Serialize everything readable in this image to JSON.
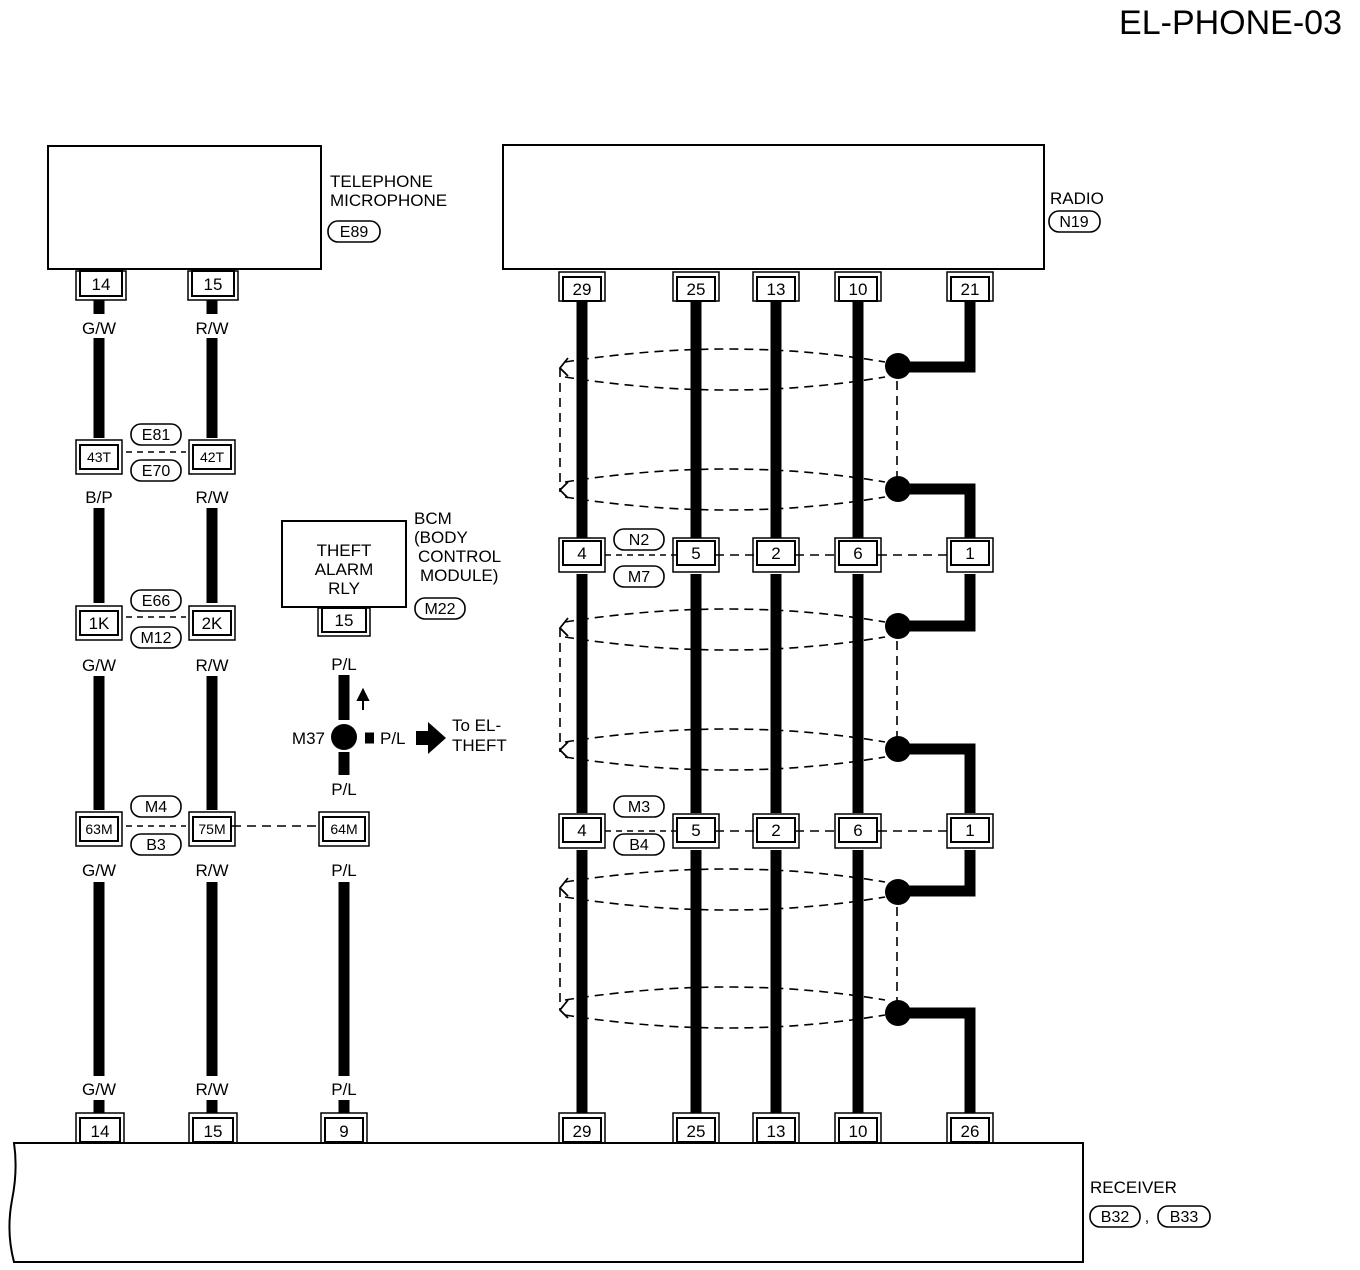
{
  "page": {
    "code": "EL-PHONE-03"
  },
  "components": {
    "telephone_microphone": {
      "name_line1": "TELEPHONE",
      "name_line2": "MICROPHONE",
      "connector": "E89",
      "pins": [
        "14",
        "15"
      ]
    },
    "radio": {
      "name": "RADIO",
      "connector": "N19",
      "pins": [
        "29",
        "25",
        "13",
        "10",
        "21"
      ]
    },
    "bcm": {
      "box_line1": "THEFT",
      "box_line2": "ALARM",
      "box_line3": "RLY",
      "name_line1": "BCM",
      "name_line2": "(BODY",
      "name_line3": "CONTROL",
      "name_line4": "MODULE)",
      "connector": "M22",
      "pin": "15"
    },
    "receiver": {
      "name": "RECEIVER",
      "connector_1": "B32",
      "connector_sep": ",",
      "connector_2": "B33",
      "pins": [
        "14",
        "15",
        "9",
        "29",
        "25",
        "13",
        "10",
        "26"
      ]
    }
  },
  "joints": {
    "e81_e70": {
      "top": "E81",
      "bottom": "E70",
      "pins": [
        "43T",
        "42T"
      ]
    },
    "e66_m12": {
      "top": "E66",
      "bottom": "M12",
      "pins": [
        "1K",
        "2K"
      ]
    },
    "m4_b3": {
      "top": "M4",
      "bottom": "B3",
      "pins": [
        "63M",
        "75M",
        "64M"
      ]
    },
    "n2_m7": {
      "top": "N2",
      "bottom": "M7",
      "pins": [
        "4",
        "5",
        "2",
        "6",
        "1"
      ]
    },
    "m3_b4": {
      "top": "M3",
      "bottom": "B4",
      "pins": [
        "4",
        "5",
        "2",
        "6",
        "1"
      ]
    }
  },
  "wire_colors": {
    "gw": "G/W",
    "rw": "R/W",
    "bp": "B/P",
    "pl": "P/L"
  },
  "splice": {
    "name": "M37",
    "branch_color": "P/L",
    "to_line1": "To EL-",
    "to_line2": "THEFT"
  }
}
